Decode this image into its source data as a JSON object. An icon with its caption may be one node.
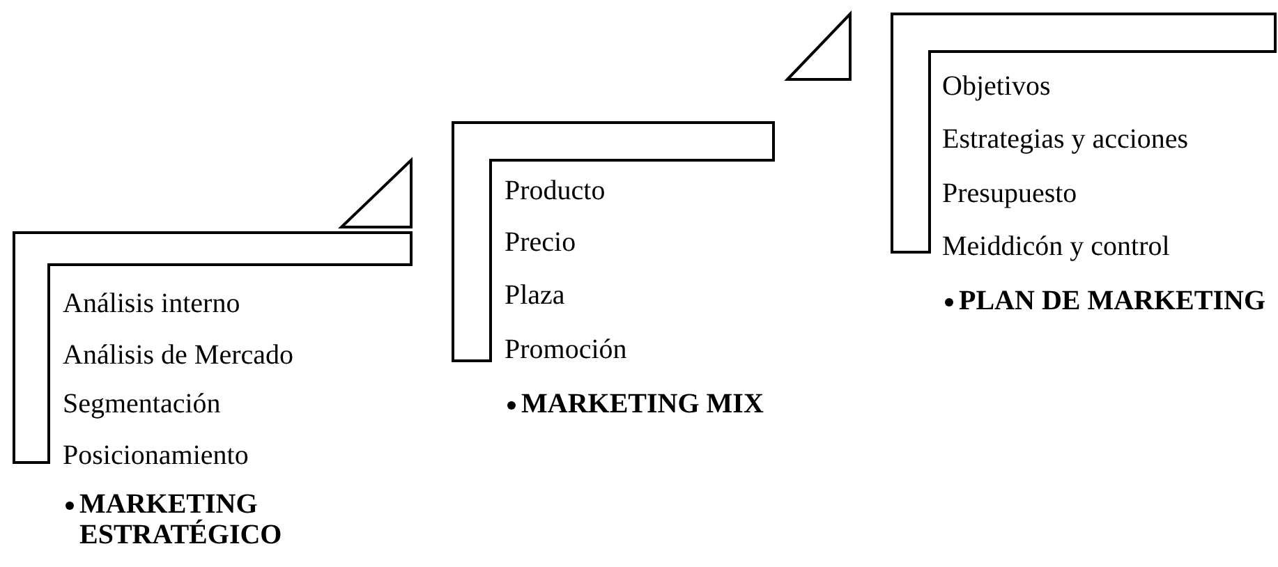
{
  "diagram": {
    "nodes": [
      {
        "text": [
          "Análisis interno",
          "Análisis de Mercado",
          "Segmentación",
          "Posicionamiento",
          "MARKETING ESTRATÉGICO"
        ]
      },
      {
        "text": [
          "Producto",
          "Precio",
          "Plaza",
          "Promoción",
          "MARKETING MIX"
        ]
      },
      {
        "text": [
          "Objetivos",
          "Estrategias y acciones",
          "Presupuesto",
          "Meiddicón y  control",
          "PLAN DE MARKETING"
        ]
      }
    ]
  }
}
